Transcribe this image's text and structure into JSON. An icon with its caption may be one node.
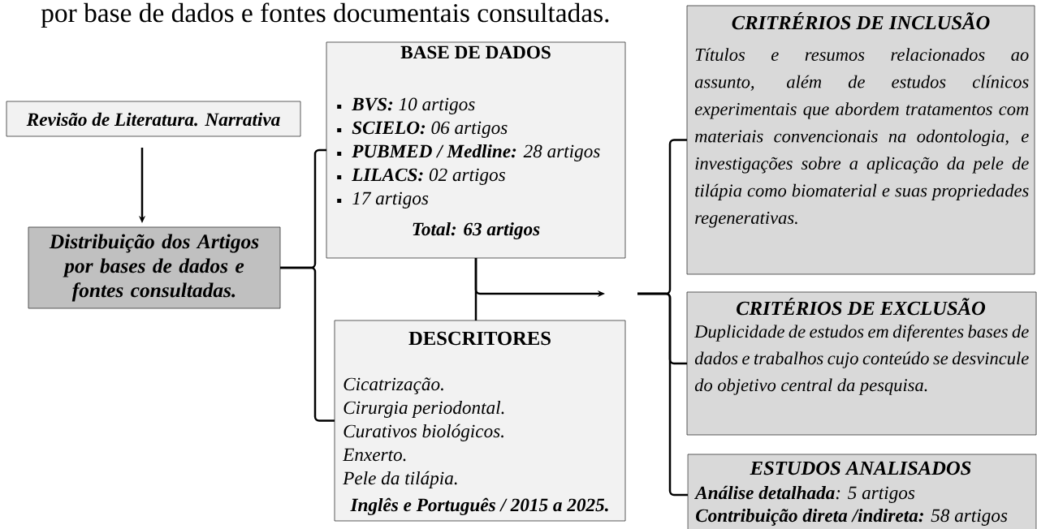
{
  "diagram": {
    "nodes": [
      {
        "text": [
          "Revisão de Literatura. Narrativa"
        ]
      },
      {
        "text": [
          "Distribuição dos Artigos por bases de dados e fontes consultadas."
        ]
      },
      {
        "text": [
          "BASE DE DADOS",
          "**BVS:** 10 artigos",
          "**SCIELO:** 06 artigos",
          "**PUBMED / Medline:** 28 artigos",
          "**LILACS:** 02 artigos",
          "17 artigos",
          "Total: 63 artigos"
        ]
      },
      {
        "text": [
          "DESCRITORES",
          "Cicatrização.",
          "Cirurgia periodontal.",
          "Curativos biológicos.",
          "Enxerto.",
          "Pele da tilápia.",
          "Inglês e Português / 2015 a 2025."
        ]
      },
      {
        "text": [
          "CRITRÉRIOS DE INCLUSÃO",
          "Títulos e resumos relacionados ao assunto, além de estudos clínicos experimentais que abordem tratamentos com materiais convencionais na odontologia, e investigações sobre a aplicação da pele de tilápia como biomaterial e suas propriedades regenerativas."
        ]
      },
      {
        "text": [
          "CRITÉRIOS DE EXCLUSÃO",
          "Duplicidade de estudos em diferentes bases de dados e trabalhos cujo conteúdo se desvincule do objetivo central da pesquisa."
        ]
      },
      {
        "text": [
          "ESTUDOS ANALISADOS",
          "**Análise detalhada**: 5 artigos",
          "**Contribuição direta /indireta:** 58 artigos"
        ]
      }
    ],
    "edges": [
      {
        "from": 0,
        "to": 1,
        "arrow": "to"
      },
      {
        "from": 1,
        "to": 2,
        "arrow": "none"
      },
      {
        "from": 1,
        "to": 3,
        "arrow": "none"
      },
      {
        "from": 2,
        "to": 3,
        "arrow": "none"
      },
      {
        "from": 2,
        "to": null,
        "arrow": "to"
      },
      {
        "from": null,
        "to": 4,
        "arrow": "none"
      },
      {
        "from": null,
        "to": 5,
        "arrow": "none"
      },
      {
        "from": null,
        "to": 6,
        "arrow": "none"
      }
    ],
    "labels": [
      "por base de dados e fontes documentais consultadas."
    ]
  }
}
